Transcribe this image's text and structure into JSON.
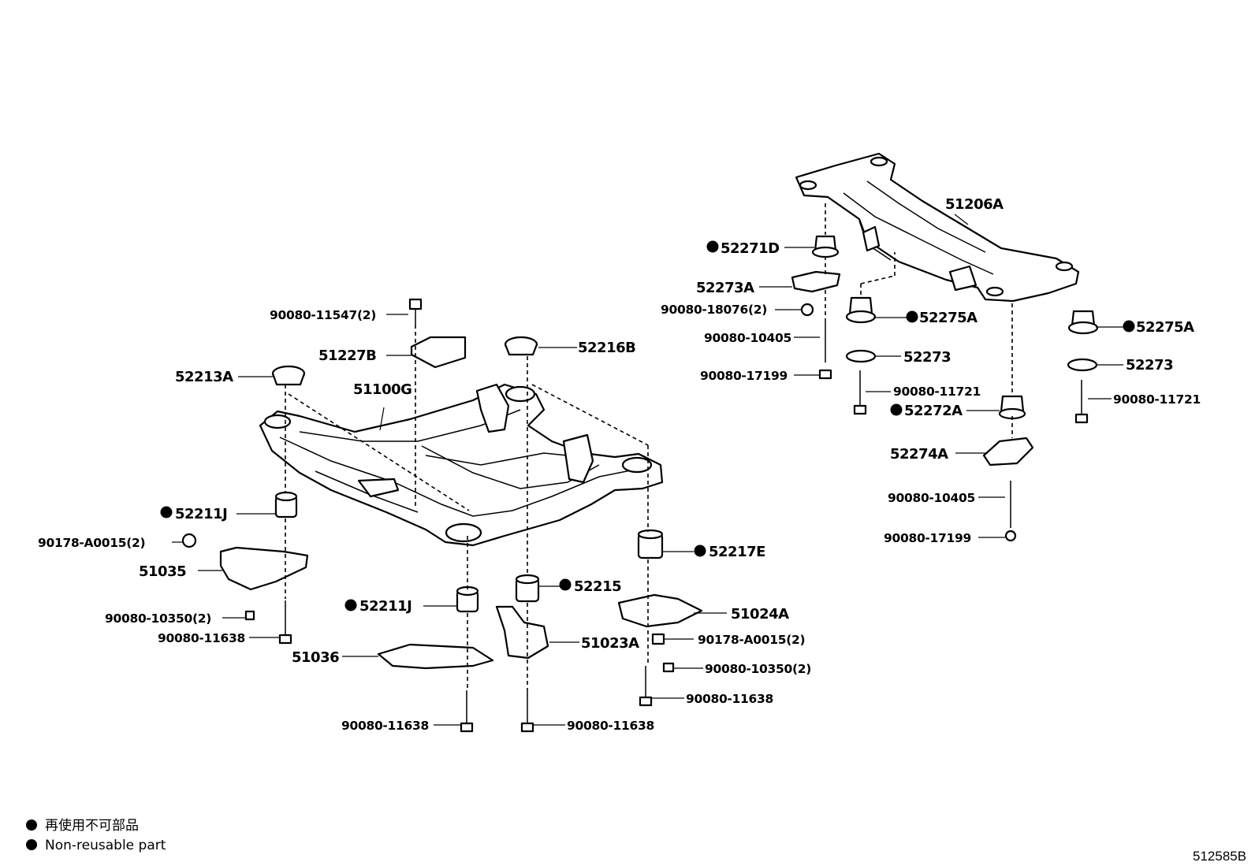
{
  "labels": {
    "l_90080_11547": "90080-11547(2)",
    "l_51227B": "51227B",
    "l_52216B": "52216B",
    "l_52213A": "52213A",
    "l_51100G": "51100G",
    "l_52211J_a": "52211J",
    "l_90178_a": "90178-A0015(2)",
    "l_51035": "51035",
    "l_90080_10350_a": "90080-10350(2)",
    "l_90080_11638_a": "90080-11638",
    "l_52211J_b": "52211J",
    "l_51036": "51036",
    "l_90080_11638_b": "90080-11638",
    "l_52215": "52215",
    "l_51023A": "51023A",
    "l_90080_11638_c": "90080-11638",
    "l_52217E": "52217E",
    "l_51024A": "51024A",
    "l_90178_b": "90178-A0015(2)",
    "l_90080_10350_b": "90080-10350(2)",
    "l_90080_11638_d": "90080-11638",
    "l_51206A": "51206A",
    "l_52271D": "52271D",
    "l_52273A": "52273A",
    "l_90080_18076": "90080-18076(2)",
    "l_90080_10405_a": "90080-10405",
    "l_90080_17199_a": "90080-17199",
    "l_52275A_a": "52275A",
    "l_52273_a": "52273",
    "l_90080_11721_a": "90080-11721",
    "l_52272A": "52272A",
    "l_52274A": "52274A",
    "l_90080_10405_b": "90080-10405",
    "l_90080_17199_b": "90080-17199",
    "l_52275A_b": "52275A",
    "l_52273_b": "52273",
    "l_90080_11721_b": "90080-11721"
  },
  "legend": {
    "line1": "再使用不可部品",
    "line2": "Non-reusable part"
  },
  "diagram_code": "512585B"
}
